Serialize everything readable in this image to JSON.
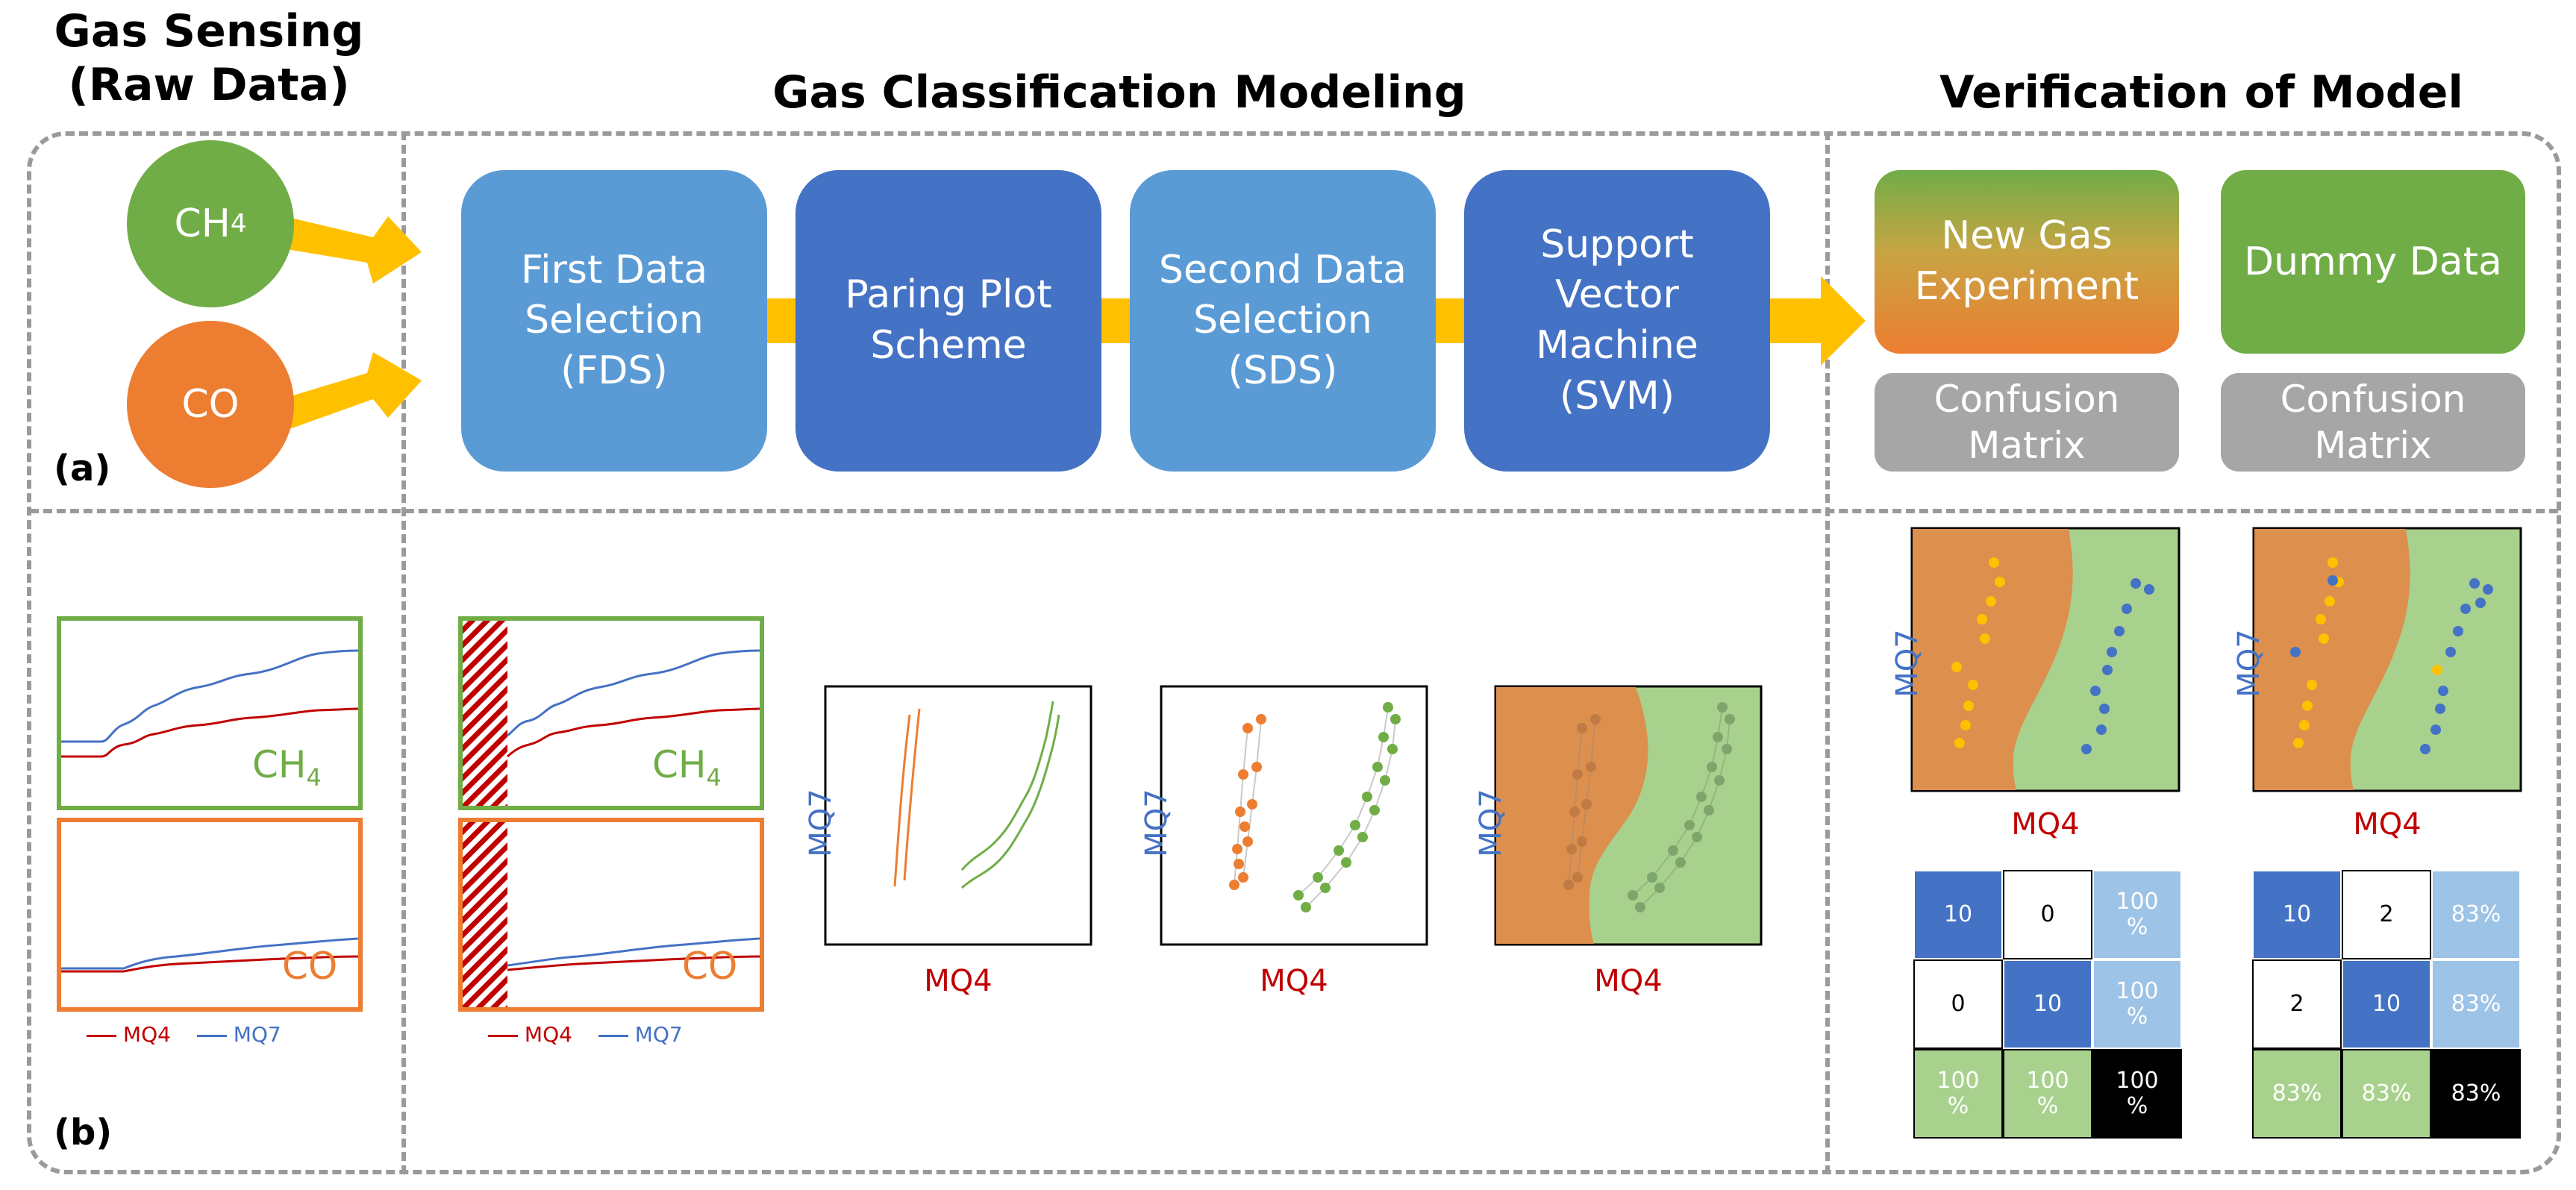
{
  "headers": {
    "gas_sensing": "Gas Sensing\n(Raw Data)",
    "classification": "Gas Classification Modeling",
    "verification": "Verification of Model"
  },
  "panel_tags": {
    "a": "(a)",
    "b": "(b)"
  },
  "gas_inputs": [
    {
      "name": "CH",
      "sub": "4",
      "color": "#70ad47"
    },
    {
      "name": "CO",
      "sub": "",
      "color": "#ed7d31"
    }
  ],
  "steps": [
    {
      "label": "First Data\nSelection\n(FDS)"
    },
    {
      "label": "Paring Plot\nScheme"
    },
    {
      "label": "Second Data\nSelection\n(SDS)"
    },
    {
      "label": "Support\nVector\nMachine\n(SVM)"
    }
  ],
  "verification": {
    "new_gas": "New Gas\nExperiment",
    "dummy": "Dummy Data",
    "confusion": "Confusion\nMatrix"
  },
  "raw_panels": {
    "ch4_label": "CH",
    "ch4_sub": "4",
    "co_label": "CO",
    "legend_mq4": "MQ4",
    "legend_mq7": "MQ7"
  },
  "axes": {
    "x": "MQ4",
    "y": "MQ7"
  },
  "matrices": {
    "left": [
      [
        "10",
        "0",
        "100\n%"
      ],
      [
        "0",
        "10",
        "100\n%"
      ],
      [
        "100\n%",
        "100\n%",
        "100\n%"
      ]
    ],
    "right": [
      [
        "10",
        "2",
        "83%"
      ],
      [
        "2",
        "10",
        "83%"
      ],
      [
        "83%",
        "83%",
        "83%"
      ]
    ]
  },
  "colors": {
    "green": "#70ad47",
    "orange": "#ed7d31",
    "blue_light": "#5b9bd5",
    "blue_dark": "#4472c4",
    "arrow": "#ffc000",
    "grey": "#a6a6a6",
    "mq4_line": "#c00000",
    "mq7_line": "#4472c4",
    "region_orange": "#dd8f4e",
    "region_green": "#a9d18e",
    "cell_blue": "#4472c4",
    "cell_lightblue": "#9dc3e6",
    "cell_green": "#a9d18e",
    "cell_black": "#000000"
  }
}
